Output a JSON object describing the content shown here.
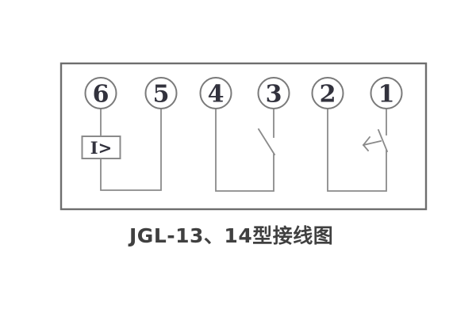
{
  "caption": "JGL-13、14型接线图",
  "colors": {
    "background": "#ffffff",
    "frame": "#6e6e6e",
    "wire": "#8a8a8a",
    "terminal_stroke": "#7a7a7a",
    "digit": "#32323d",
    "caption_text": "#404040"
  },
  "diagram": {
    "terminals": [
      {
        "label": "6"
      },
      {
        "label": "5"
      },
      {
        "label": "4"
      },
      {
        "label": "3"
      },
      {
        "label": "2"
      },
      {
        "label": "1"
      }
    ],
    "relay_box": {
      "label": "I>"
    }
  }
}
